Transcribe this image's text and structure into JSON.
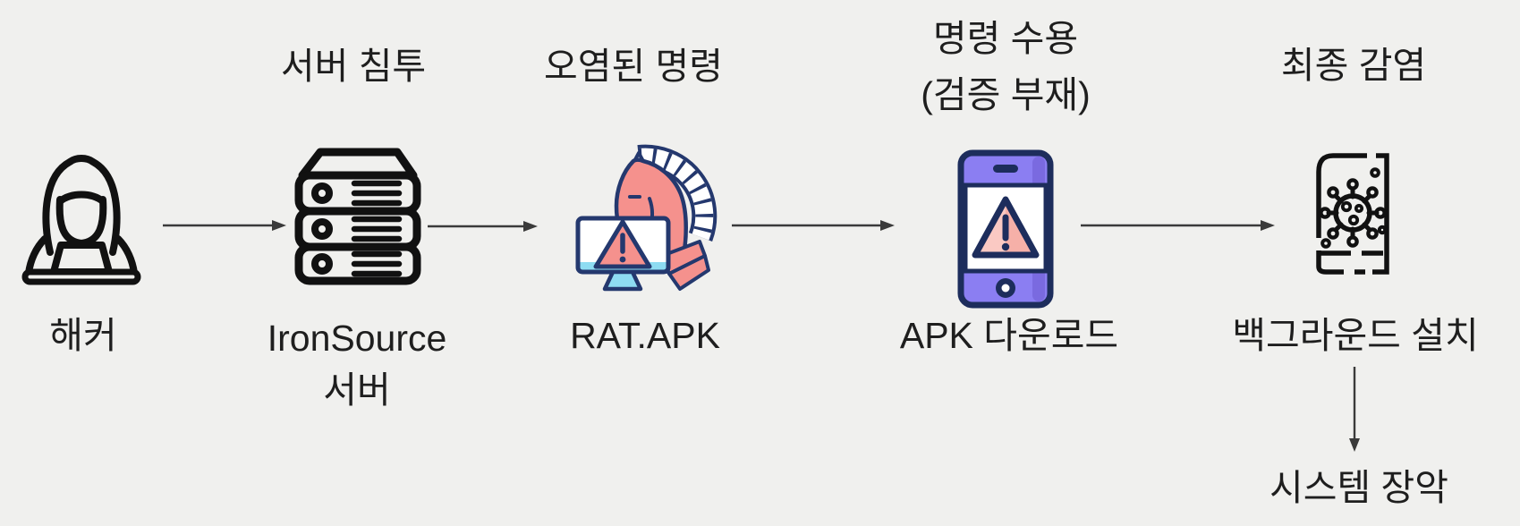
{
  "diagram": {
    "type": "attack-flow",
    "steps": {
      "hacker": {
        "label": "해커",
        "icon": "hacker-hoodie-laptop-icon"
      },
      "server": {
        "top_label": "서버 침투",
        "label_line1": "IronSource",
        "label_line2": "서버",
        "icon": "server-stack-icon"
      },
      "rat": {
        "top_label": "오염된 명령",
        "label": "RAT.APK",
        "icon": "trojan-horse-warning-monitor-icon"
      },
      "download": {
        "top_label_line1": "명령 수용",
        "top_label_line2": "(검증 부재)",
        "label": "APK 다운로드",
        "icon": "smartphone-warning-icon"
      },
      "install": {
        "top_label": "최종 감염",
        "label": "백그라운드 설치",
        "icon": "smartphone-virus-icon"
      },
      "takeover": {
        "label": "시스템 장악"
      }
    },
    "connections": [
      "hacker → server",
      "server → rat",
      "rat → download",
      "download → install",
      "install → takeover"
    ],
    "colors": {
      "background": "#f0f0ee",
      "text": "#1e1e1e",
      "arrow": "#3a3a3a",
      "icon_black": "#111111",
      "navy_outline": "#24386e",
      "salmon": "#f5918d",
      "salmon_light": "#f8b7af",
      "sky_blue": "#8edcf2",
      "purple": "#8b7ef2",
      "white": "#ffffff"
    }
  }
}
